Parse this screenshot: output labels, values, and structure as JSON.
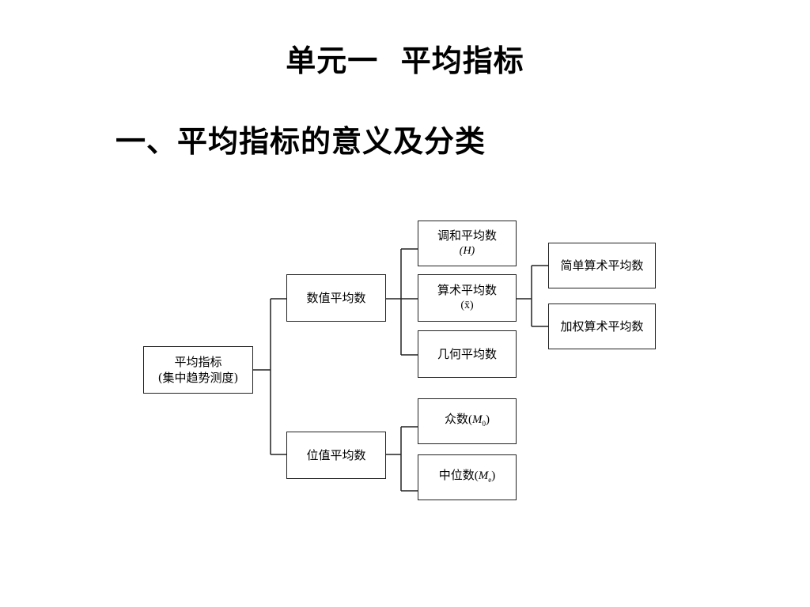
{
  "title": "单元一  平均指标",
  "subtitle": "一、平均指标的意义及分类",
  "diagram": {
    "root": {
      "label": "平均指标",
      "sublabel": "(集中趋势测度)"
    },
    "numeric_average": {
      "label": "数值平均数",
      "children": {
        "harmonic": {
          "label": "调和平均数",
          "symbol": "(H)"
        },
        "arithmetic": {
          "label": "算术平均数",
          "symbol": "(x̄)",
          "children": {
            "simple": {
              "label": "简单算术平均数"
            },
            "weighted": {
              "label": "加权算术平均数"
            }
          }
        },
        "geometric": {
          "label": "几何平均数"
        }
      }
    },
    "positional_average": {
      "label": "位值平均数",
      "children": {
        "mode": {
          "label": "众数",
          "symbol_base": "M",
          "symbol_sub": "0"
        },
        "median": {
          "label": "中位数",
          "symbol_base": "M",
          "symbol_sub": "e"
        }
      }
    }
  }
}
